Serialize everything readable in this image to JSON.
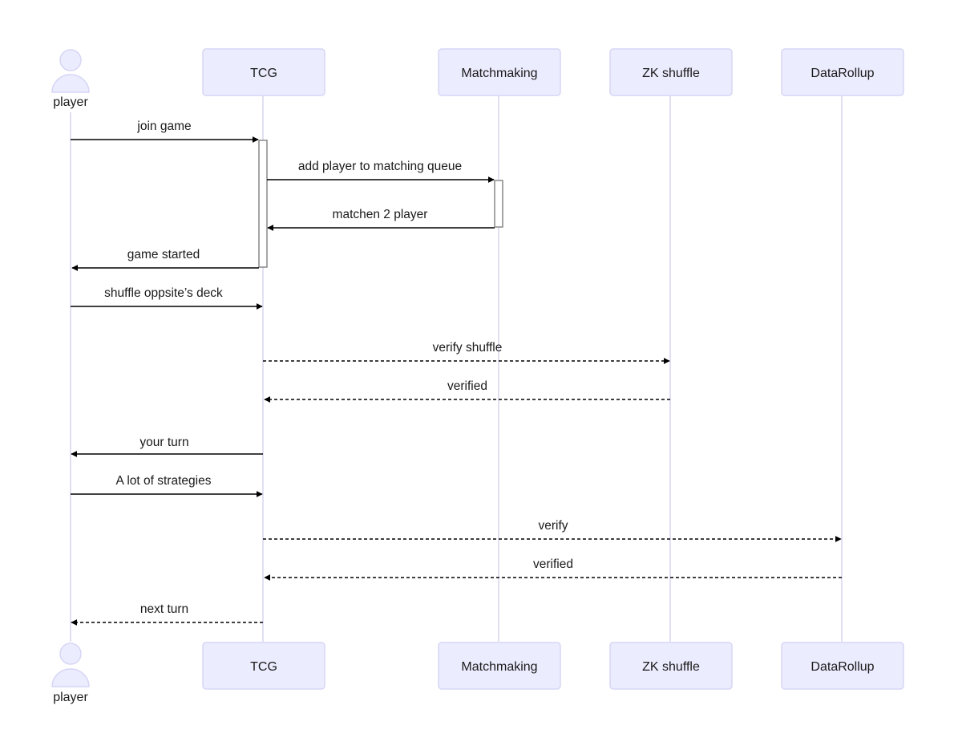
{
  "participants": {
    "player": {
      "label": "player",
      "icon": "person-icon"
    },
    "tcg": {
      "label": "TCG"
    },
    "matchmaking": {
      "label": "Matchmaking"
    },
    "zk": {
      "label": "ZK shuffle"
    },
    "rollup": {
      "label": "DataRollup"
    }
  },
  "messages": [
    {
      "from": "player",
      "to": "tcg",
      "label": "join game",
      "style": "solid"
    },
    {
      "from": "tcg",
      "to": "matchmaking",
      "label": "add player to matching queue",
      "style": "solid"
    },
    {
      "from": "matchmaking",
      "to": "tcg",
      "label": "matchen 2 player",
      "style": "solid"
    },
    {
      "from": "tcg",
      "to": "player",
      "label": "game started",
      "style": "solid"
    },
    {
      "from": "player",
      "to": "tcg",
      "label": "shuffle oppsite’s deck",
      "style": "solid"
    },
    {
      "from": "tcg",
      "to": "zk",
      "label": "verify shuffle",
      "style": "dashed"
    },
    {
      "from": "zk",
      "to": "tcg",
      "label": "verified",
      "style": "dashed"
    },
    {
      "from": "tcg",
      "to": "player",
      "label": "your turn",
      "style": "solid"
    },
    {
      "from": "player",
      "to": "tcg",
      "label": "A lot of strategies",
      "style": "solid"
    },
    {
      "from": "tcg",
      "to": "rollup",
      "label": "verify",
      "style": "dashed"
    },
    {
      "from": "rollup",
      "to": "tcg",
      "label": "verified",
      "style": "dashed"
    },
    {
      "from": "tcg",
      "to": "player",
      "label": "next turn",
      "style": "dashed"
    }
  ],
  "colors": {
    "actor_fill": "#ececff",
    "actor_stroke": "#d6d6f5",
    "lifeline": "#d6d6ee",
    "arrow": "#000000",
    "activation_stroke": "#888888"
  }
}
